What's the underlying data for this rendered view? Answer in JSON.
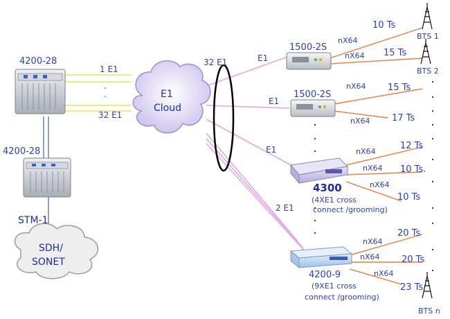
{
  "devices": {
    "core_top": "4200-28",
    "core_bottom": "4200-28",
    "node_a": "1500-2S",
    "node_b": "1500-2S",
    "node_c": "4300",
    "node_c_sub1": "(4XE1 cross",
    "node_c_sub2": "connect /grooming)",
    "node_d": "4200-9",
    "node_d_sub1": "(9XE1 cross",
    "node_d_sub2": "connect /grooming)"
  },
  "links": {
    "e1_top": "1 E1",
    "dots": ".",
    "e1_bottom": "32 E1",
    "bundle": "32 E1",
    "e1_a": "E1",
    "e1_b": "E1",
    "e1_c": "E1",
    "e1_d": "2 E1",
    "stm": "STM-1",
    "nx": "nX64"
  },
  "clouds": {
    "e1_line1": "E1",
    "e1_line2": "Cloud",
    "sdh_line1": "SDH/",
    "sdh_line2": "SONET"
  },
  "timeslots": {
    "a1": "10 Ts",
    "a2": "15 Ts",
    "b1": "15 Ts",
    "b2": "17 Ts",
    "c1": "12 Ts",
    "c2": "10 Ts.",
    "c3": "10 Ts",
    "d1": "20 Ts",
    "d2": "20 Ts",
    "d3": "23 Ts"
  },
  "bts": {
    "one": "BTS 1",
    "two": "BTS 2",
    "n": "BTS n"
  },
  "colors": {
    "label_blue": "#2a3fb8",
    "link_pink": "#e3a6e6",
    "link_yellow": "#f2ec7a",
    "cloud_lavender": "#d9d0f2",
    "timeslot_orange": "#f07a3a"
  }
}
